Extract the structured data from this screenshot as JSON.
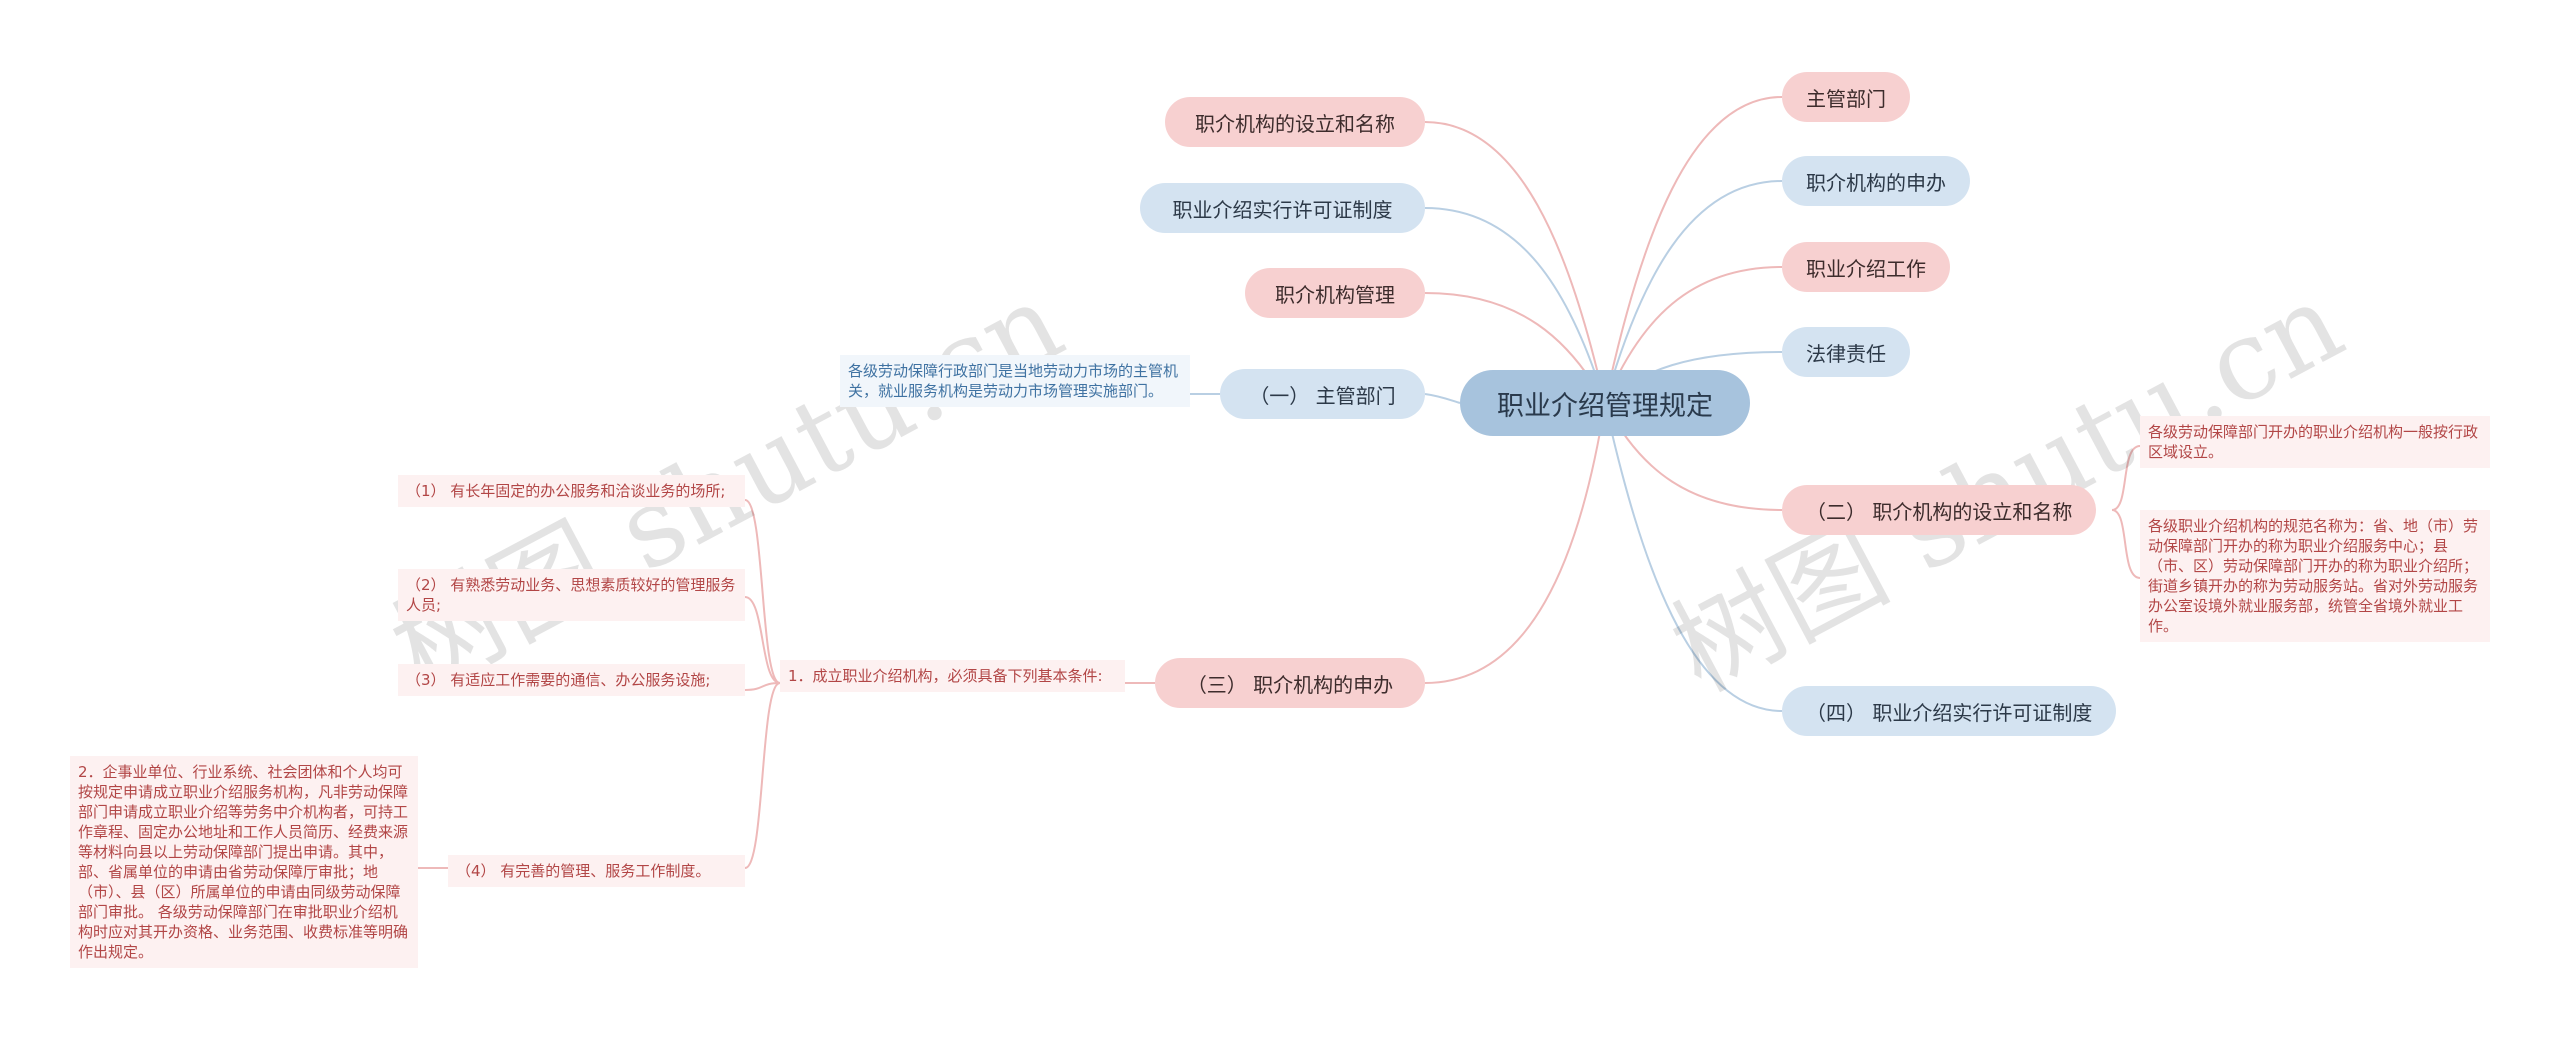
{
  "root": {
    "label": "职业介绍管理规定"
  },
  "right_branches": [
    {
      "label": "主管部门"
    },
    {
      "label": "职介机构的申办"
    },
    {
      "label": "职业介绍工作"
    },
    {
      "label": "法律责任"
    },
    {
      "label": "（二） 职介机构的设立和名称"
    },
    {
      "label": "（四） 职业介绍实行许可证制度"
    }
  ],
  "left_branches": [
    {
      "label": "职介机构的设立和名称"
    },
    {
      "label": "职业介绍实行许可证制度"
    },
    {
      "label": "职介机构管理"
    },
    {
      "label": "（一） 主管部门"
    },
    {
      "label": "（三） 职介机构的申办"
    }
  ],
  "notes": {
    "dept": "各级劳动保障行政部门是当地劳动力市场的主管机关，就业服务机构是劳动力市场管理实施部门。",
    "naming_1": "各级劳动保障部门开办的职业介绍机构一般按行政区域设立。",
    "naming_2": "各级职业介绍机构的规范名称为：省、地（市）劳动保障部门开办的称为职业介绍服务中心；县（市、区）劳动保障部门开办的称为职业介绍所；街道乡镇开办的称为劳动服务站。省对外劳动服务办公室设境外就业服务部，统管全省境外就业工作。",
    "apply_1": "1．成立职业介绍机构，必须具备下列基本条件:",
    "cond_1": "（1） 有长年固定的办公服务和洽谈业务的场所;",
    "cond_2": "（2） 有熟悉劳动业务、思想素质较好的管理服务人员;",
    "cond_3": "（3） 有适应工作需要的通信、办公服务设施;",
    "cond_4": "（4） 有完善的管理、服务工作制度。",
    "apply_2": "2．企事业单位、行业系统、社会团体和个人均可按规定申请成立职业介绍服务机构，凡非劳动保障部门申请成立职业介绍等劳务中介机构者，可持工作章程、固定办公地址和工作人员简历、经费来源等材料向县以上劳动保障部门提出申请。其中，部、省属单位的申请由省劳动保障厅审批；地（市）、县（区）所属单位的申请由同级劳动保障部门审批。 各级劳动保障部门在审批职业介绍机构时应对其开办资格、业务范围、收费标准等明确作出规定。"
  },
  "watermark": [
    "树图 shutu.cn",
    "树图 shutu.cn"
  ],
  "colors": {
    "root": "#a7c3dd",
    "pink_node": "#f7d0d0",
    "blue_node": "#d4e3f1",
    "pink_line": "#eeb9b9",
    "blue_line": "#b9cfe3",
    "pink_note_text": "#b24646",
    "blue_note_text": "#3f72a2"
  }
}
